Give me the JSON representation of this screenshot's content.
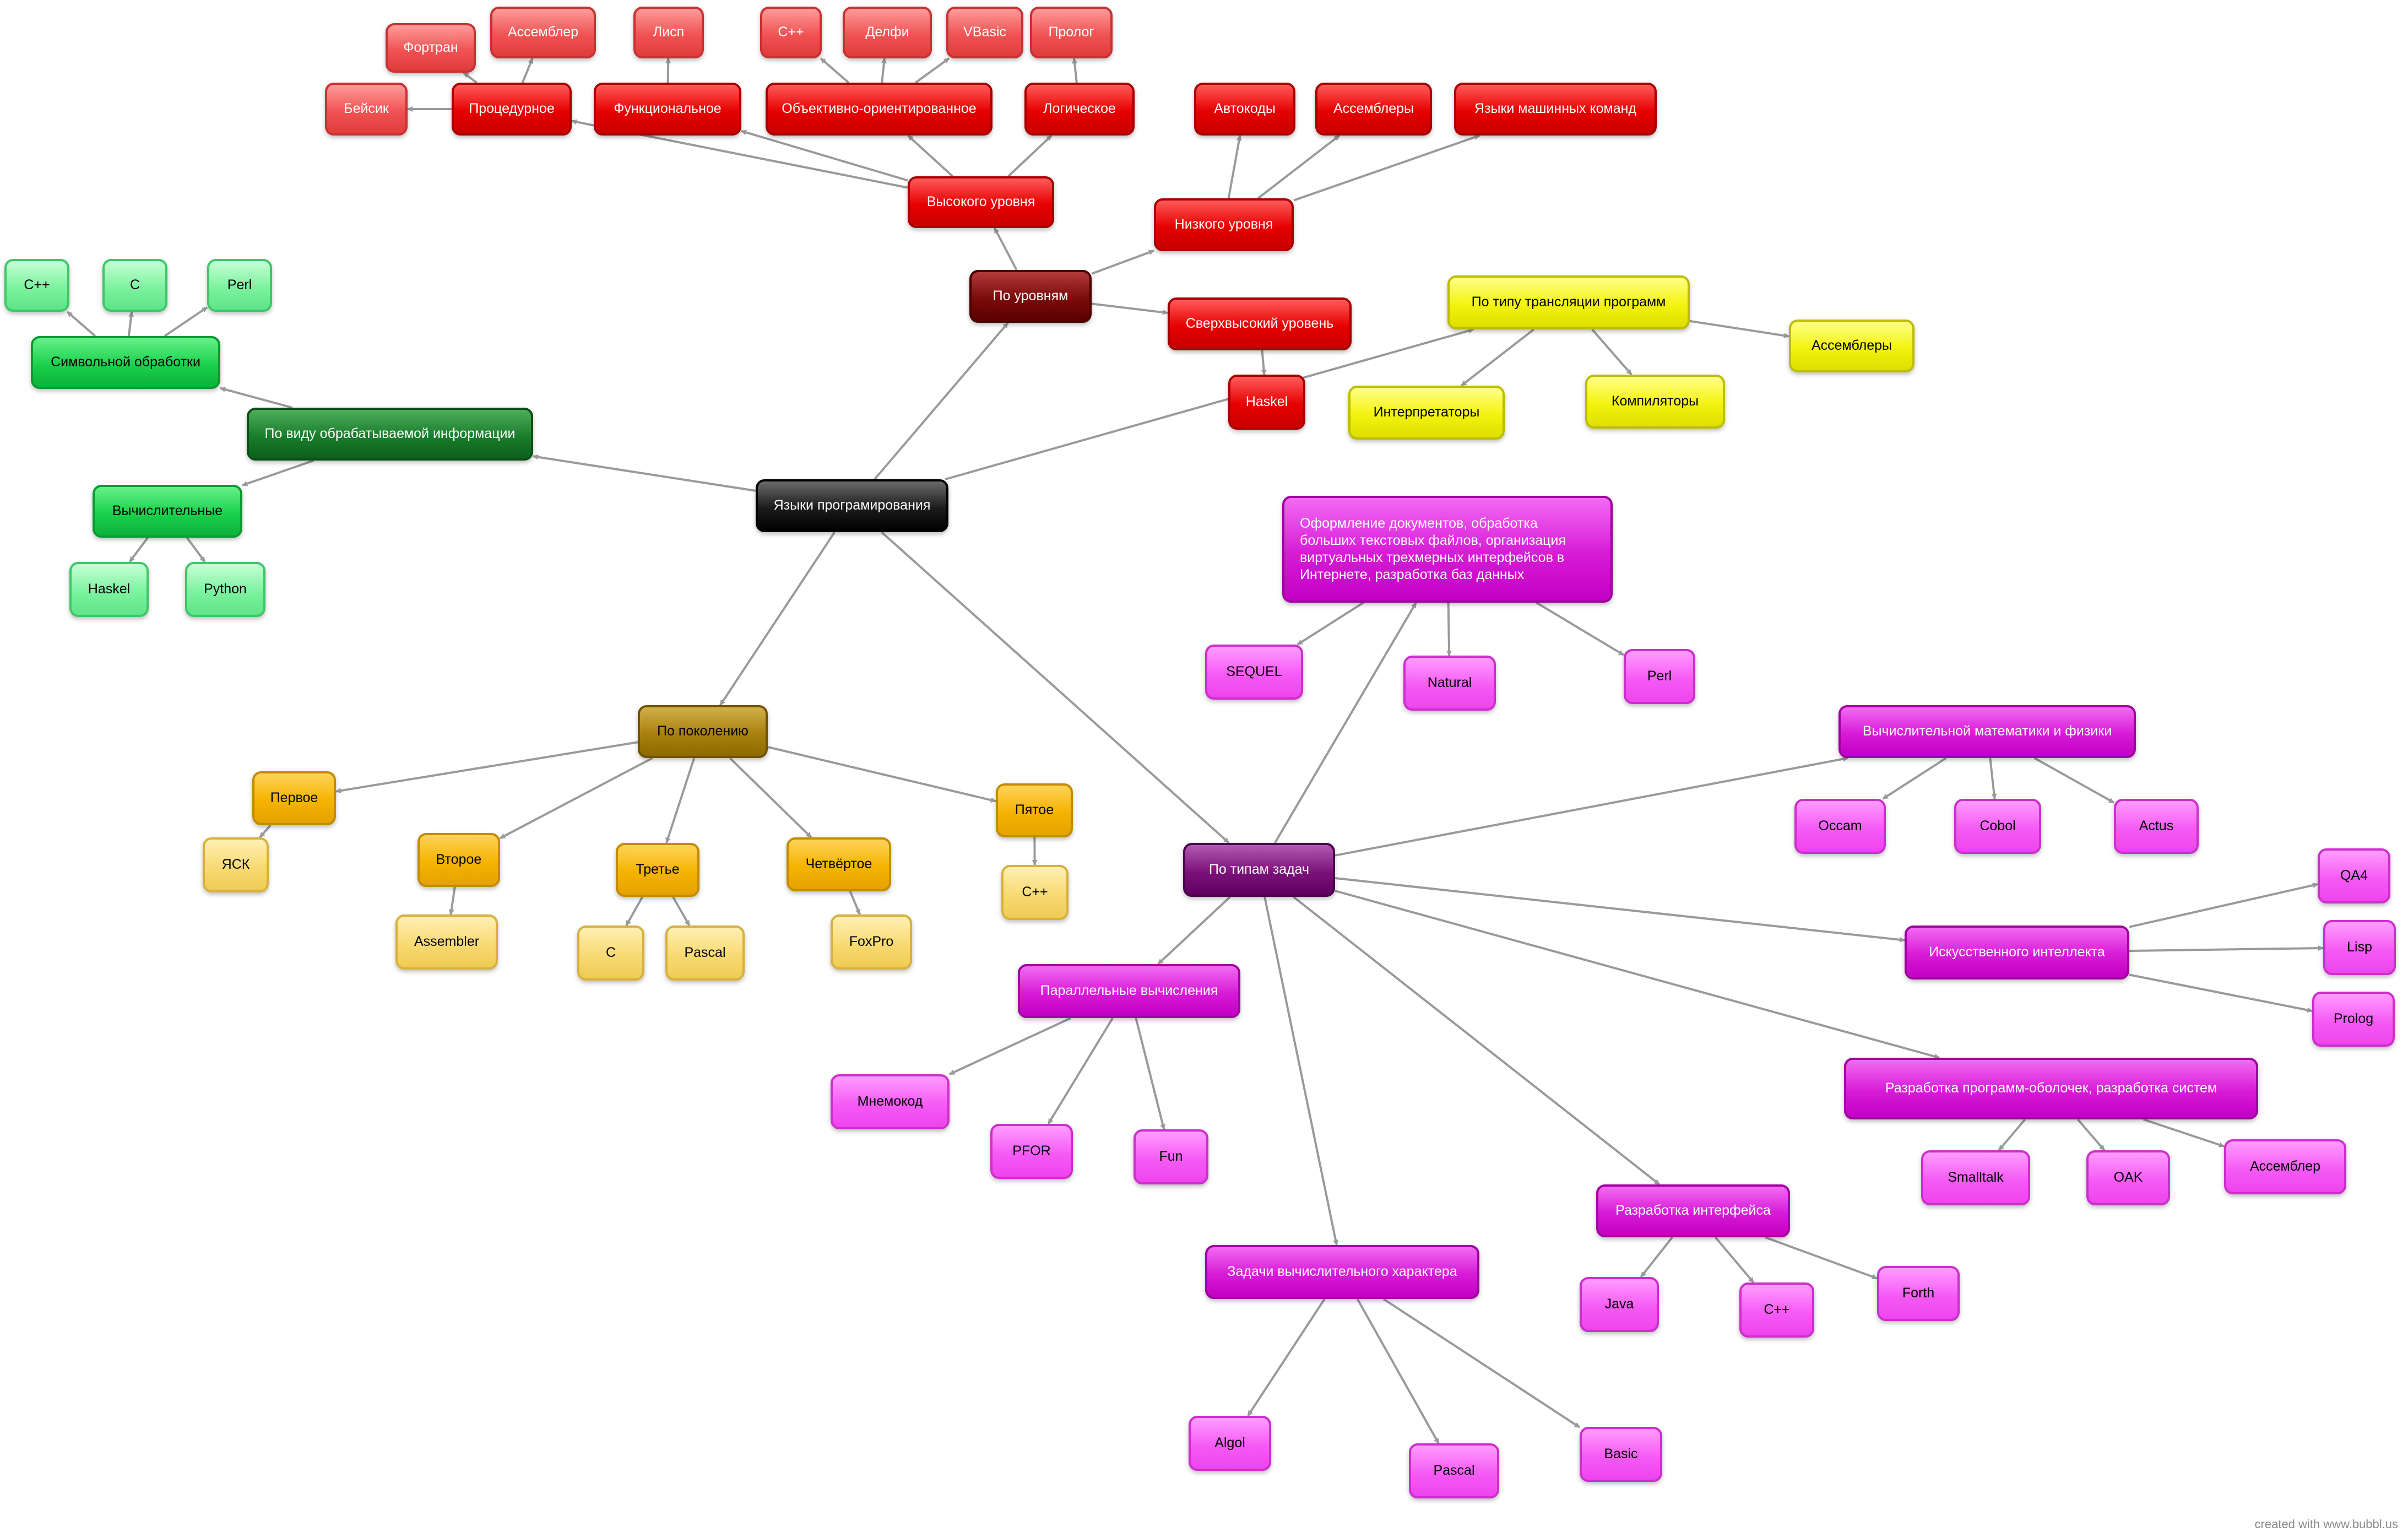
{
  "colors": {
    "link": "#9a9a9a",
    "root": "#1b1b1b",
    "levels": "#7a0a0a",
    "levels_children": "#e60000",
    "levels_leaves": "#f05353",
    "info_type": "#197d2b",
    "info_children": "#1ad14b",
    "info_leaves": "#7cf29f",
    "translation": "#f3f30f",
    "generation": "#a8800f",
    "generation_children": "#f5b300",
    "generation_leaves": "#f8da73",
    "tasks": "#7a117a",
    "tasks_children": "#d61bd6",
    "tasks_leaves": "#f55bf5"
  },
  "nodes": {
    "root": "Языки програмирования",
    "by_levels": "По уровням",
    "high": "Высокого уровня",
    "low": "Низкого уровня",
    "super": "Сверхвысокий уровень",
    "super_haskel": "Haskel",
    "procedural": "Процедурное",
    "functional": "Функциональное",
    "oop": "Объективно-ориентированное",
    "logical": "Логическое",
    "fortran": "Фортран",
    "assembler_proc": "Ассемблер",
    "basic_ru": "Бейсик",
    "lisp_ru": "Лисп",
    "cpp_oop": "С++",
    "delphi": "Делфи",
    "vbasic": "VBasic",
    "prolog_ru": "Пролог",
    "autocodes": "Автокоды",
    "assemblers_low": "Ассемблеры",
    "machine": "Языки машинных команд",
    "by_info": "По виду обрабатываемой информации",
    "symbolic": "Символьной обработки",
    "computational": "Вычислительные",
    "sym_cpp": "C++",
    "sym_c": "C",
    "sym_perl": "Perl",
    "comp_haskel": "Haskel",
    "comp_python": "Python",
    "by_translation": "По типу трансляции программ",
    "interpreters": "Интерпретаторы",
    "compilers": "Компиляторы",
    "assemblers_tr": "Ассемблеры",
    "by_generation": "По поколению",
    "first": "Первое",
    "second": "Второе",
    "third": "Третье",
    "fourth": "Четвёртое",
    "fifth": "Пятое",
    "yask": "ЯСК",
    "assembler_gen": "Assembler",
    "gen_c": "C",
    "gen_pascal": "Pascal",
    "foxpro": "FoxPro",
    "gen_cpp": "C++",
    "by_tasks": "По типам задач",
    "docs": "Оформление документов, обработка больших текстовых файлов, организация виртуальных трехмерных интерфейсов в Интернете, разработка баз данных",
    "sequel": "SEQUEL",
    "natural": "Natural",
    "docs_perl": "Perl",
    "math": "Вычислительной математики и физики",
    "occam": "Occam",
    "cobol": "Cobol",
    "actus": "Actus",
    "ai": "Искусственного интеллекта",
    "qa4": "QA4",
    "lisp": "Lisp",
    "prolog": "Prolog",
    "shells": "Разработка программ-оболочек, разработка систем",
    "smalltalk": "Smalltalk",
    "oak": "OAK",
    "shells_asm": "Ассемблер",
    "ui": "Разработка интерфейса",
    "java": "Java",
    "ui_cpp": "C++",
    "forth": "Forth",
    "compute": "Задачи вычислительного характера",
    "algol": "Algol",
    "comp_pascal": "Pascal",
    "comp_basic": "Basic",
    "parallel": "Параллельные вычисления",
    "mnemocode": "Мнемокод",
    "pfor": "PFOR",
    "fun": "Fun"
  },
  "edges": [
    [
      "root",
      "by_levels"
    ],
    [
      "root",
      "by_info"
    ],
    [
      "root",
      "by_translation"
    ],
    [
      "root",
      "by_generation"
    ],
    [
      "root",
      "by_tasks"
    ],
    [
      "by_levels",
      "high"
    ],
    [
      "by_levels",
      "low"
    ],
    [
      "by_levels",
      "super"
    ],
    [
      "super",
      "super_haskel"
    ],
    [
      "high",
      "procedural"
    ],
    [
      "high",
      "functional"
    ],
    [
      "high",
      "oop"
    ],
    [
      "high",
      "logical"
    ],
    [
      "procedural",
      "fortran"
    ],
    [
      "procedural",
      "assembler_proc"
    ],
    [
      "procedural",
      "basic_ru"
    ],
    [
      "functional",
      "lisp_ru"
    ],
    [
      "oop",
      "cpp_oop"
    ],
    [
      "oop",
      "delphi"
    ],
    [
      "oop",
      "vbasic"
    ],
    [
      "logical",
      "prolog_ru"
    ],
    [
      "low",
      "autocodes"
    ],
    [
      "low",
      "assemblers_low"
    ],
    [
      "low",
      "machine"
    ],
    [
      "by_info",
      "symbolic"
    ],
    [
      "by_info",
      "computational"
    ],
    [
      "symbolic",
      "sym_cpp"
    ],
    [
      "symbolic",
      "sym_c"
    ],
    [
      "symbolic",
      "sym_perl"
    ],
    [
      "computational",
      "comp_haskel"
    ],
    [
      "computational",
      "comp_python"
    ],
    [
      "by_translation",
      "interpreters"
    ],
    [
      "by_translation",
      "compilers"
    ],
    [
      "by_translation",
      "assemblers_tr"
    ],
    [
      "by_generation",
      "first"
    ],
    [
      "by_generation",
      "second"
    ],
    [
      "by_generation",
      "third"
    ],
    [
      "by_generation",
      "fourth"
    ],
    [
      "by_generation",
      "fifth"
    ],
    [
      "first",
      "yask"
    ],
    [
      "second",
      "assembler_gen"
    ],
    [
      "third",
      "gen_c"
    ],
    [
      "third",
      "gen_pascal"
    ],
    [
      "fourth",
      "foxpro"
    ],
    [
      "fifth",
      "gen_cpp"
    ],
    [
      "by_tasks",
      "docs"
    ],
    [
      "by_tasks",
      "math"
    ],
    [
      "by_tasks",
      "ai"
    ],
    [
      "by_tasks",
      "shells"
    ],
    [
      "by_tasks",
      "ui"
    ],
    [
      "by_tasks",
      "compute"
    ],
    [
      "by_tasks",
      "parallel"
    ],
    [
      "docs",
      "sequel"
    ],
    [
      "docs",
      "natural"
    ],
    [
      "docs",
      "docs_perl"
    ],
    [
      "math",
      "occam"
    ],
    [
      "math",
      "cobol"
    ],
    [
      "math",
      "actus"
    ],
    [
      "ai",
      "qa4"
    ],
    [
      "ai",
      "lisp"
    ],
    [
      "ai",
      "prolog"
    ],
    [
      "shells",
      "smalltalk"
    ],
    [
      "shells",
      "oak"
    ],
    [
      "shells",
      "shells_asm"
    ],
    [
      "ui",
      "java"
    ],
    [
      "ui",
      "ui_cpp"
    ],
    [
      "ui",
      "forth"
    ],
    [
      "compute",
      "algol"
    ],
    [
      "compute",
      "comp_pascal"
    ],
    [
      "compute",
      "comp_basic"
    ],
    [
      "parallel",
      "mnemocode"
    ],
    [
      "parallel",
      "pfor"
    ],
    [
      "parallel",
      "fun"
    ]
  ],
  "credit": "created with www.bubbl.us"
}
